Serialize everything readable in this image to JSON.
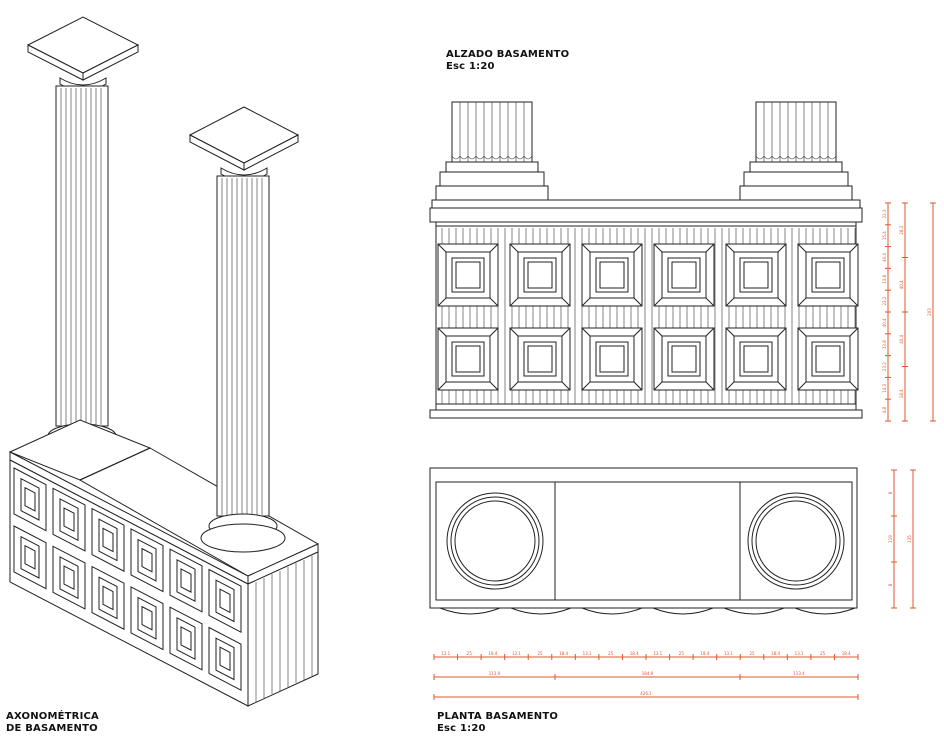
{
  "labels": {
    "axon_title_line1": "AXONOMÉTRICA",
    "axon_title_line2": "DE BASAMENTO",
    "alzado_title": "ALZADO BASAMENTO",
    "alzado_scale": "Esc 1:20",
    "planta_title": "PLANTA BASAMENTO",
    "planta_scale": "Esc 1:20"
  },
  "dimensions": {
    "plan_bottom_partials": [
      "13.1",
      "25",
      "18.4",
      "13.1",
      "25",
      "18.4",
      "13.1",
      "25",
      "18.4",
      "13.1",
      "25",
      "18.4",
      "13.1",
      "25",
      "18.4",
      "13.1",
      "25",
      "18.4"
    ],
    "plan_bottom_segments": [
      "113.9",
      "184.9",
      "113.4"
    ],
    "plan_bottom_total": "426.1",
    "elev_right_partials": [
      "22.3",
      "15.4",
      "40.4",
      "13.8",
      "23.2",
      "40.4",
      "13.8",
      "23.2",
      "14.3",
      "4.8"
    ],
    "elev_right_groups": [
      "28.3",
      "40.4",
      "40.4",
      "18.4"
    ],
    "elev_right_total": "203",
    "plan_right_partials": [
      "8",
      "119",
      "8"
    ],
    "plan_right_total": "135"
  },
  "colors": {
    "lines": "#222222",
    "dimensions": "#e2572f",
    "background": "#ffffff"
  }
}
